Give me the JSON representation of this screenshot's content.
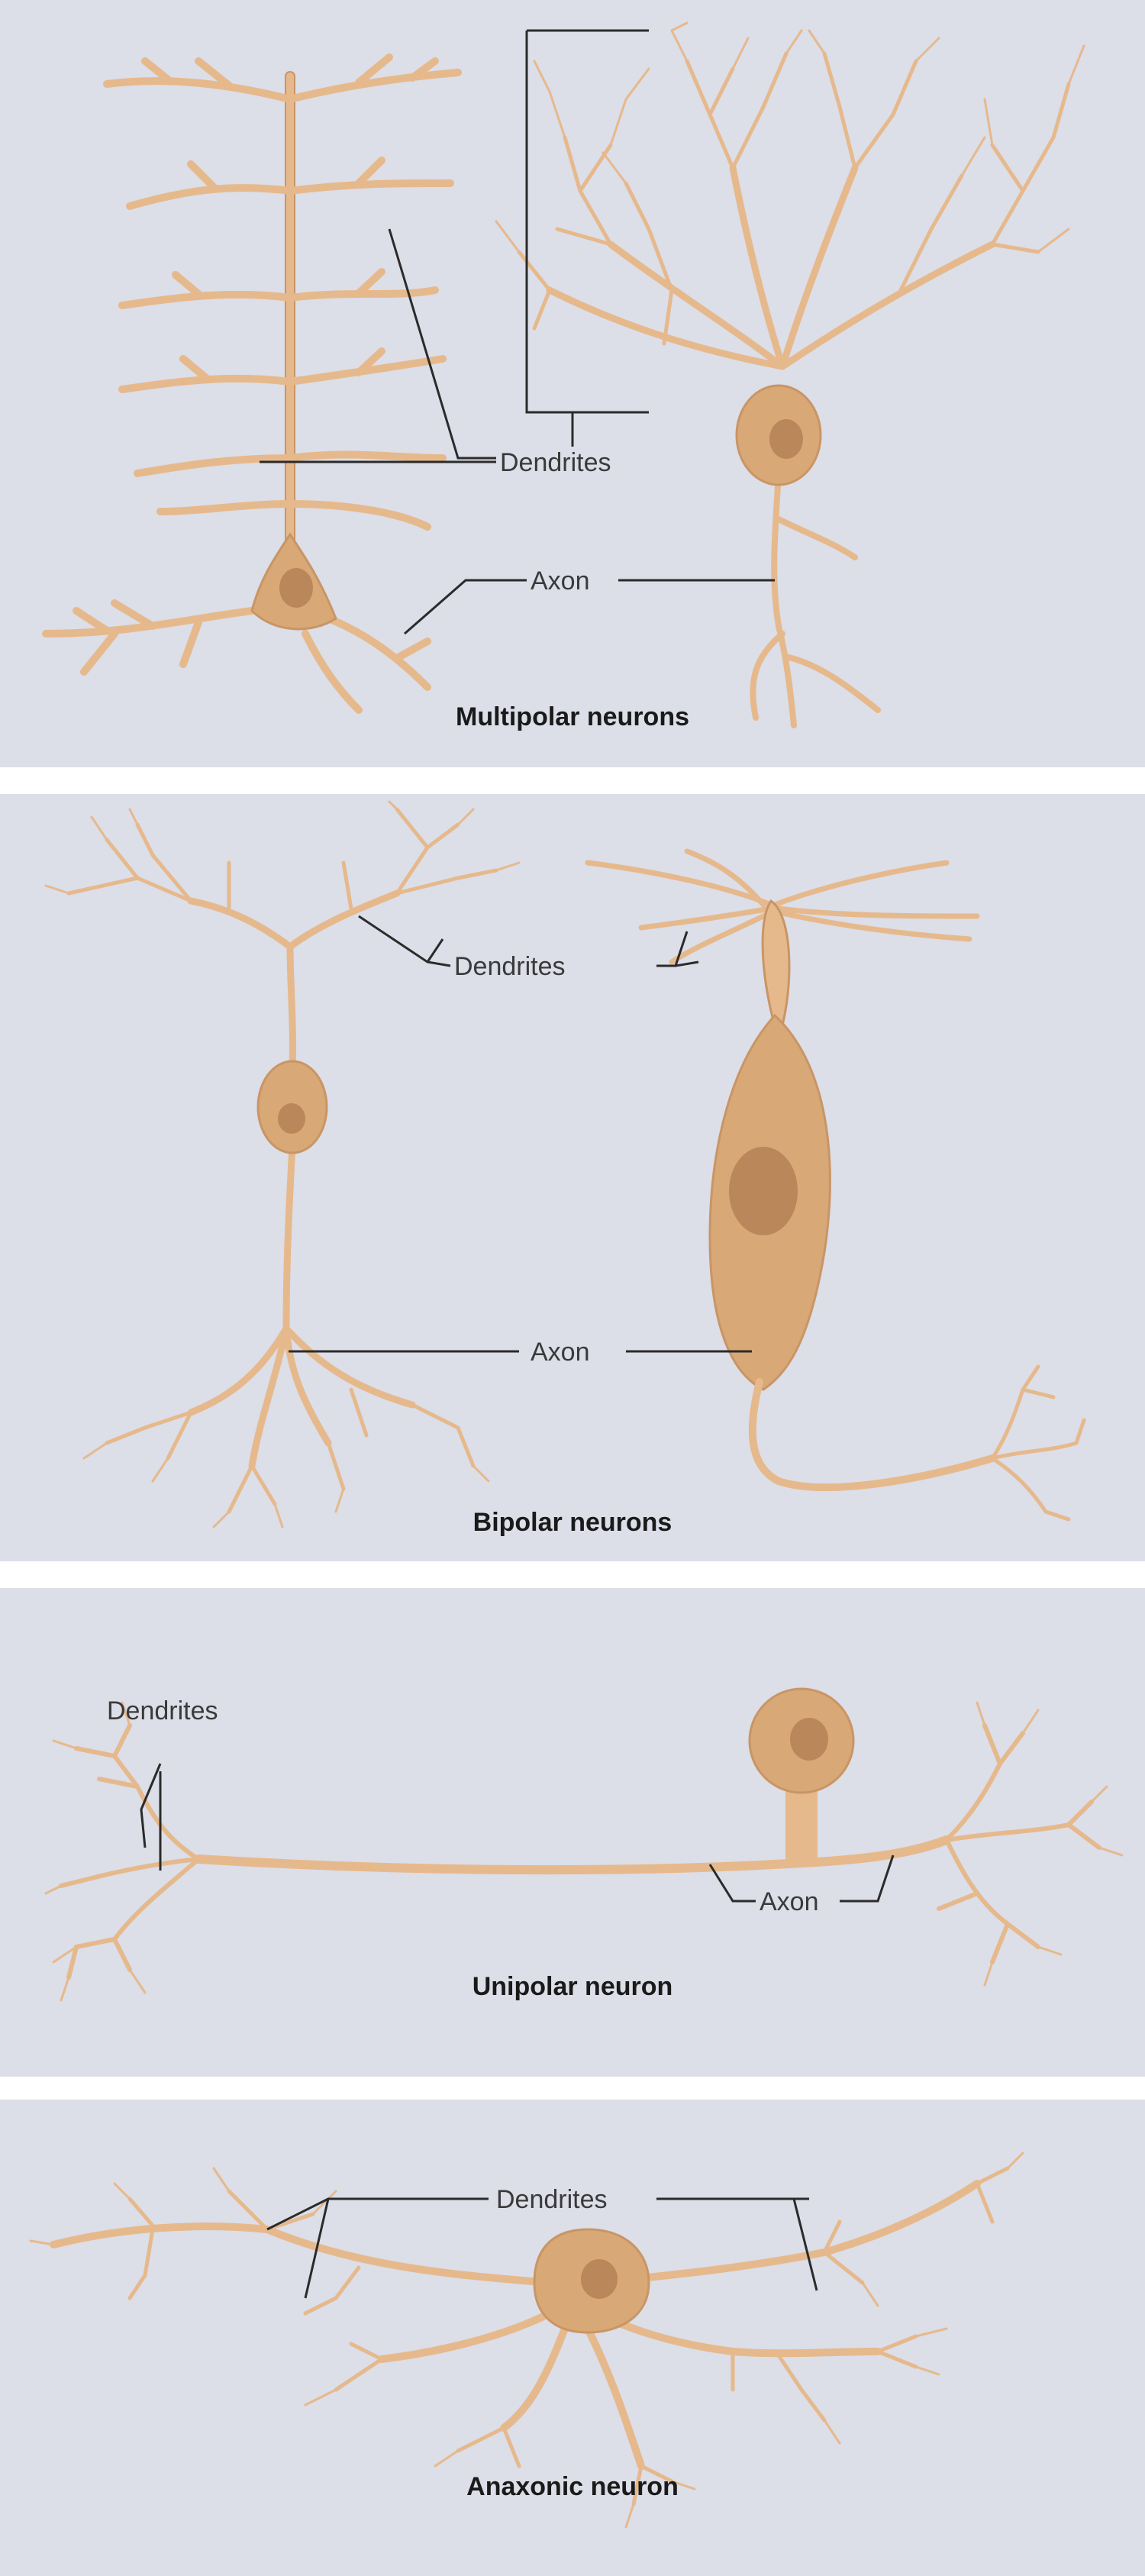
{
  "panels": [
    {
      "title": "Multipolar neurons",
      "labels": {
        "dendrites": "Dendrites",
        "axon": "Axon"
      }
    },
    {
      "title": "Bipolar neurons",
      "labels": {
        "dendrites": "Dendrites",
        "axon": "Axon"
      }
    },
    {
      "title": "Unipolar neuron",
      "labels": {
        "dendrites": "Dendrites",
        "axon": "Axon"
      }
    },
    {
      "title": "Anaxonic neuron",
      "labels": {
        "dendrites": "Dendrites"
      }
    }
  ],
  "colors": {
    "background": "#dcdee8",
    "neuron": "#e6b98c",
    "soma": "#d9a877",
    "nucleus": "#b9875a",
    "leader": "#2b2b2b"
  }
}
